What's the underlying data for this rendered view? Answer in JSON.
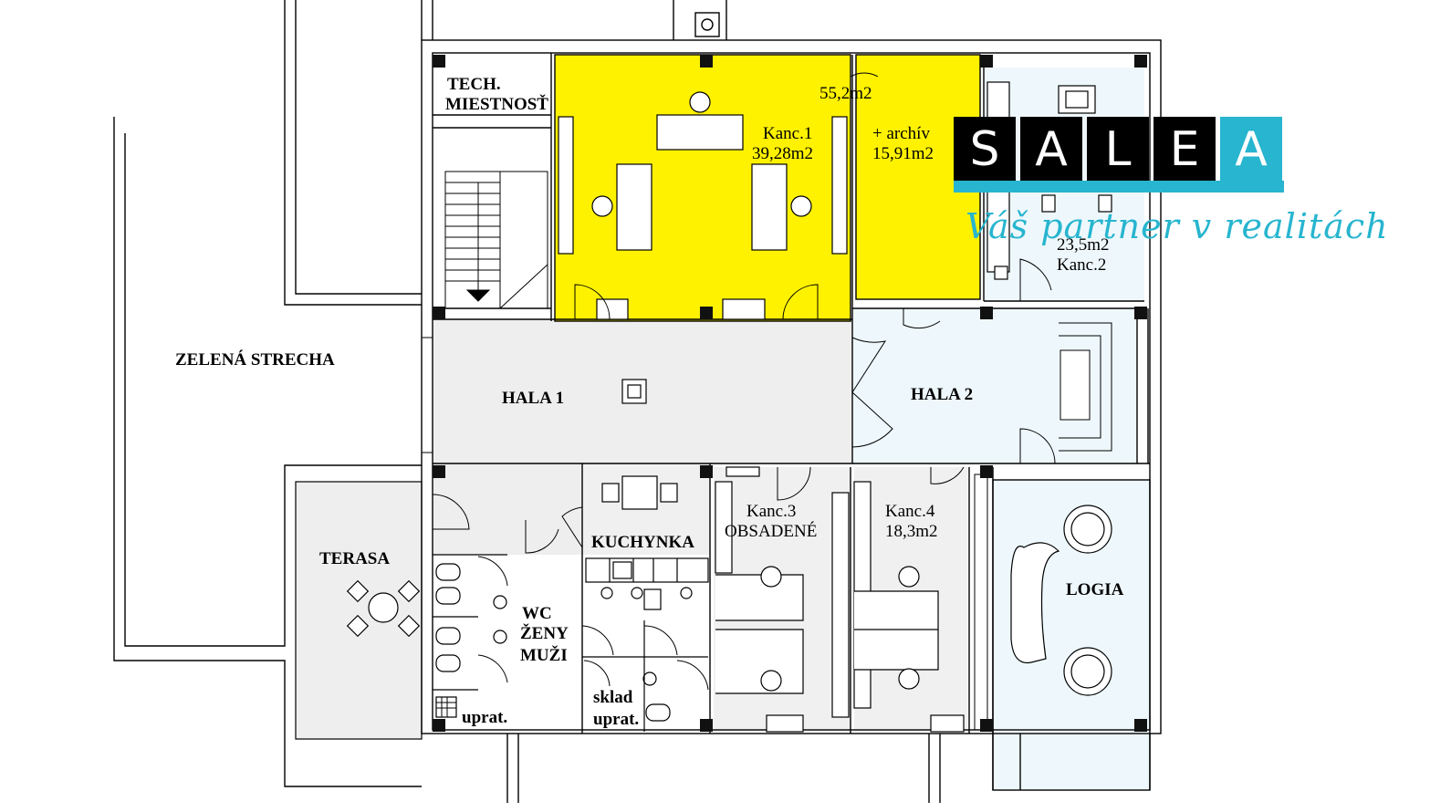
{
  "plan": {
    "rooms": {
      "tech": [
        "TECH.",
        "MIESTNOSŤ"
      ],
      "kanc1_area_total": "55,2m2",
      "kanc1": [
        "Kanc.1",
        "39,28m2"
      ],
      "archiv": [
        "+ archív",
        "15,91m2"
      ],
      "kanc2": [
        "23,5m2",
        "Kanc.2"
      ],
      "zelena": "ZELENÁ STRECHA",
      "hala1": "HALA 1",
      "hala2": "HALA 2",
      "terasa": "TERASA",
      "kuchynka": "KUCHYNKA",
      "kanc3": [
        "Kanc.3",
        "OBSADENÉ"
      ],
      "kanc4": [
        "Kanc.4",
        "18,3m2"
      ],
      "logia": "LOGIA",
      "wc": [
        "WC",
        "ŽENY",
        "MUŽI"
      ],
      "uprat": "uprat.",
      "sklad": [
        "sklad",
        "uprat."
      ]
    },
    "colors": {
      "highlight": "#fff200",
      "hall": "#eeeeee",
      "light_blue": "#eef8fc",
      "grey_room": "#f0f0f0"
    }
  },
  "logo": {
    "letters": [
      "S",
      "A",
      "L",
      "E",
      "A"
    ],
    "tagline": "Váš partner v realitách",
    "brand_color": "#27b5cf"
  }
}
